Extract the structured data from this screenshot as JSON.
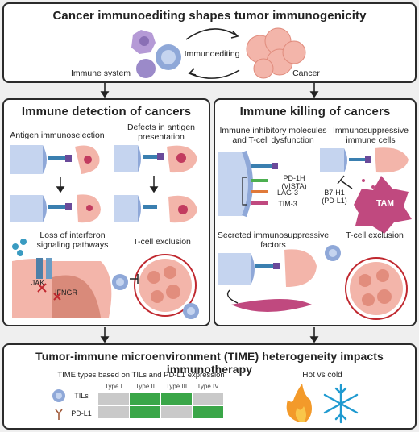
{
  "top": {
    "title": "Cancer immunoediting shapes tumor immunogenicity",
    "immunoediting": "Immunoediting",
    "immune_system": "Immune system",
    "cancer": "Cancer"
  },
  "detection": {
    "title": "Immune detection of cancers",
    "antigen_immunoselection": "Antigen immunoselection",
    "defects_line1": "Defects in antigen",
    "defects_line2": "presentation",
    "loss_line1": "Loss of interferon",
    "loss_line2": "signaling pathways",
    "t_cell_exclusion": "T-cell exclusion",
    "jak": "JAK",
    "ifngr": "IFNGR"
  },
  "killing": {
    "title": "Immune killing of cancers",
    "inhibitory_line1": "Immune inhibitory molecules",
    "inhibitory_line2": "and T-cell dysfunction",
    "suppressive_line1": "Immunosuppressive",
    "suppressive_line2": "immune cells",
    "pd1h_line1": "PD-1H",
    "pd1h_line2": "(VISTA)",
    "lag3": "LAG-3",
    "tim3": "TIM-3",
    "b7h1_line1": "B7-H1",
    "b7h1_line2": "(PD-L1)",
    "tam": "TAM",
    "secreted_line1": "Secreted immunosuppressive",
    "secreted_line2": "factors",
    "t_cell_exclusion": "T-cell exclusion"
  },
  "time": {
    "title": "Tumor-immune microenvironment (TIME) heterogeneity impacts immunotherapy",
    "types_caption": "TIME types based on TILs and PD-L1 expression",
    "type_headers": [
      "Type I",
      "Type II",
      "Type III",
      "Type IV"
    ],
    "row_labels": [
      "TILs",
      "PD-L1"
    ],
    "grid": [
      [
        false,
        true,
        true,
        false
      ],
      [
        false,
        true,
        false,
        true
      ]
    ],
    "hot_vs_cold": "Hot vs cold"
  },
  "colors": {
    "green": "#3aa648",
    "grey": "#c9c9c9",
    "tumor": "#f0a89a",
    "immune": "#8fa8d8",
    "tam": "#c0497f",
    "dark_border": "#2b2b2b"
  }
}
